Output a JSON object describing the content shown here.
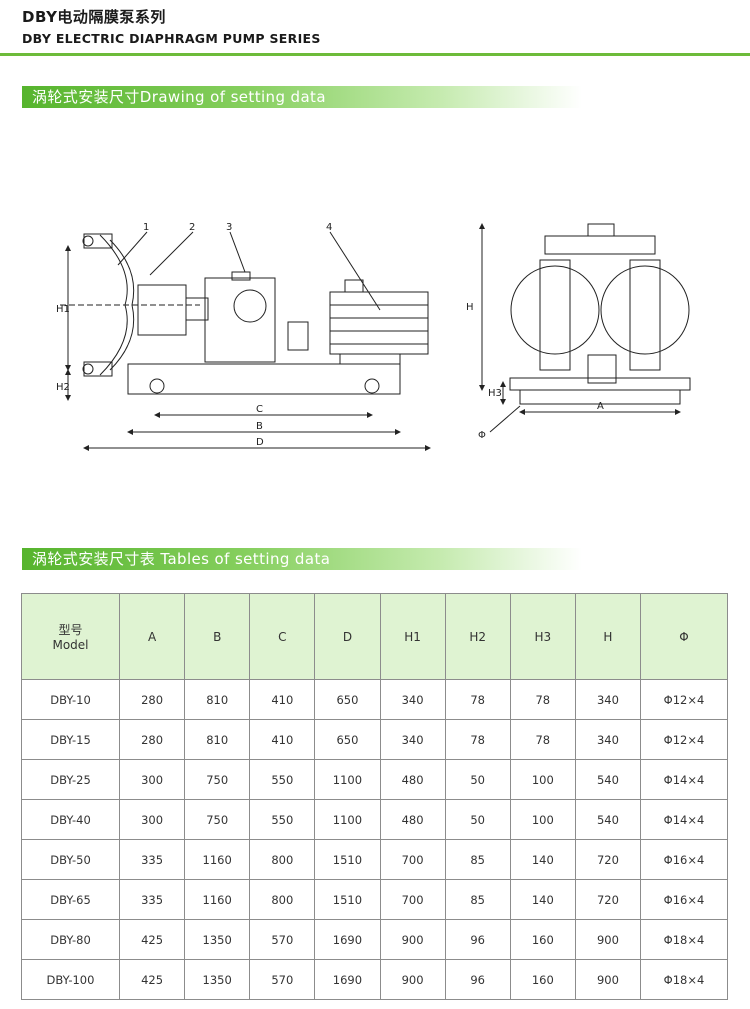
{
  "header": {
    "title": "DBY电动隔膜泵系列",
    "subtitle": "DBY ELECTRIC DIAPHRAGM PUMP SERIES"
  },
  "section_drawing": {
    "title": "涡轮式安装尺寸Drawing of setting data"
  },
  "section_table": {
    "title": "涡轮式安装尺寸表 Tables of setting data"
  },
  "drawing": {
    "callouts": [
      "1",
      "2",
      "3",
      "4"
    ],
    "side_view_dims": [
      "H1",
      "H2",
      "C",
      "B",
      "D"
    ],
    "front_view_dims": [
      "H",
      "H3",
      "A",
      "Φ"
    ]
  },
  "table": {
    "model_label_cn": "型号",
    "model_label_en": "Model",
    "columns": [
      "A",
      "B",
      "C",
      "D",
      "H1",
      "H2",
      "H3",
      "H",
      "Φ"
    ],
    "rows": [
      [
        "DBY-10",
        "280",
        "810",
        "410",
        "650",
        "340",
        "78",
        "78",
        "340",
        "Φ12×4"
      ],
      [
        "DBY-15",
        "280",
        "810",
        "410",
        "650",
        "340",
        "78",
        "78",
        "340",
        "Φ12×4"
      ],
      [
        "DBY-25",
        "300",
        "750",
        "550",
        "1100",
        "480",
        "50",
        "100",
        "540",
        "Φ14×4"
      ],
      [
        "DBY-40",
        "300",
        "750",
        "550",
        "1100",
        "480",
        "50",
        "100",
        "540",
        "Φ14×4"
      ],
      [
        "DBY-50",
        "335",
        "1160",
        "800",
        "1510",
        "700",
        "85",
        "140",
        "720",
        "Φ16×4"
      ],
      [
        "DBY-65",
        "335",
        "1160",
        "800",
        "1510",
        "700",
        "85",
        "140",
        "720",
        "Φ16×4"
      ],
      [
        "DBY-80",
        "425",
        "1350",
        "570",
        "1690",
        "900",
        "96",
        "160",
        "900",
        "Φ18×4"
      ],
      [
        "DBY-100",
        "425",
        "1350",
        "570",
        "1690",
        "900",
        "96",
        "160",
        "900",
        "Φ18×4"
      ]
    ]
  }
}
